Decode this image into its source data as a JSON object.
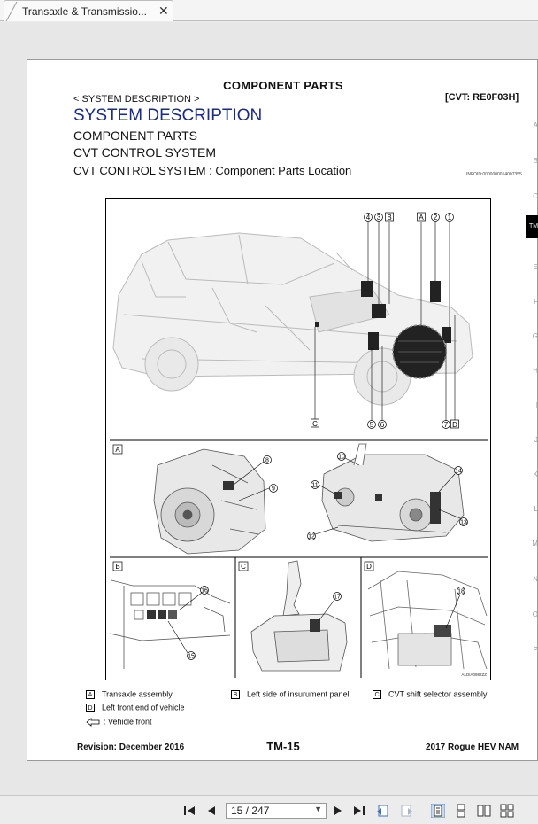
{
  "tab": {
    "title": "Transaxle & Transmissio..."
  },
  "side_letters": [
    "A",
    "B",
    "C",
    "E",
    "F",
    "G",
    "H",
    "I",
    "J",
    "K",
    "L",
    "M",
    "N",
    "O",
    "P"
  ],
  "side_active": "TM",
  "page": {
    "header_center": "COMPONENT PARTS",
    "header_left": "< SYSTEM DESCRIPTION >",
    "header_right": "[CVT: RE0F03H]",
    "title": "SYSTEM DESCRIPTION",
    "subtitle1": "COMPONENT PARTS",
    "subtitle2": "CVT CONTROL SYSTEM",
    "section": "CVT CONTROL SYSTEM : Component Parts Location",
    "info_id": "INFOID:0000000014007355",
    "figure": {
      "top_callouts": [
        "4",
        "3",
        "B",
        "A",
        "2",
        "1"
      ],
      "bottom_callouts": [
        "C",
        "5",
        "6",
        "7",
        "D"
      ],
      "panel_A_label": "A",
      "panel_A_callouts": [
        "8",
        "9",
        "10",
        "11",
        "12",
        "13",
        "14"
      ],
      "panel_B_label": "B",
      "panel_B_callouts": [
        "16",
        "15"
      ],
      "panel_C_label": "C",
      "panel_C_callouts": [
        "17"
      ],
      "panel_D_label": "D",
      "panel_D_callouts": [
        "18"
      ],
      "code": "ALDIA0982ZZ"
    },
    "legend": {
      "a_key": "A",
      "a_text": "Transaxle assembly",
      "b_key": "B",
      "b_text": "Left side of insurument panel",
      "c_key": "C",
      "c_text": "CVT shift selector assembly",
      "d_key": "D",
      "d_text": "Left front end of vehicle",
      "arrow_text": ": Vehicle front"
    },
    "footer_revision": "Revision: December 2016",
    "footer_page": "TM-15",
    "footer_model": "2017 Rogue HEV NAM"
  },
  "toolbar": {
    "page_display": "15 / 247"
  }
}
